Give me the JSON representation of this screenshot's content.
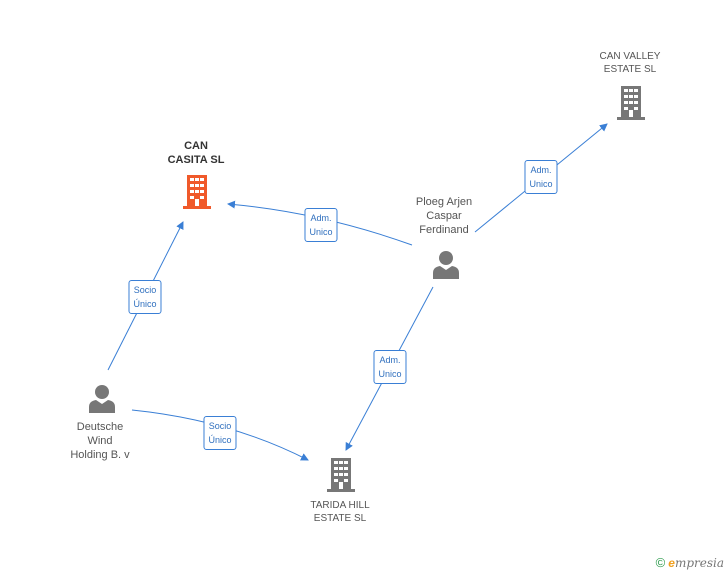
{
  "nodes": {
    "can_casita": {
      "line1": "CAN",
      "line2": "CASITA  SL"
    },
    "can_valley": {
      "line1": "CAN VALLEY",
      "line2": "ESTATE  SL"
    },
    "tarida_hill": {
      "line1": "TARIDA HILL",
      "line2": "ESTATE  SL"
    },
    "ploeg": {
      "line1": "Ploeg Arjen",
      "line2": "Caspar",
      "line3": "Ferdinand"
    },
    "deutsche": {
      "line1": "Deutsche",
      "line2": "Wind",
      "line3": "Holding B. v"
    }
  },
  "edges": {
    "ploeg_casita": {
      "line1": "Adm.",
      "line2": "Unico"
    },
    "ploeg_valley": {
      "line1": "Adm.",
      "line2": "Unico"
    },
    "ploeg_tarida": {
      "line1": "Adm.",
      "line2": "Unico"
    },
    "deutsche_casita": {
      "line1": "Socio",
      "line2": "Único"
    },
    "deutsche_tarida": {
      "line1": "Socio",
      "line2": "Único"
    }
  },
  "colors": {
    "edge": "#3a7fd5",
    "building_main": "#f0592a",
    "building": "#777777",
    "person": "#777777"
  },
  "footer": {
    "copyright": "©",
    "brand_initial": "e",
    "brand_rest": "mpresia"
  }
}
